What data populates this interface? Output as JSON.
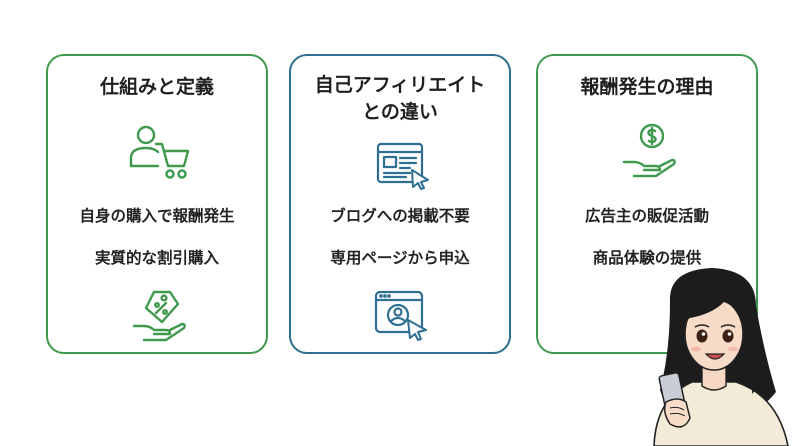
{
  "cards": [
    {
      "title": "仕組みと定義",
      "points": [
        "自身の購入で報酬発生",
        "実質的な割引購入"
      ],
      "icons": [
        "shopper-cart-icon",
        "discount-tag-hand-icon"
      ],
      "accent": "#3f9a4d"
    },
    {
      "title": "自己アフィリエイト\nとの違い",
      "points": [
        "ブログへの掲載不要",
        "専用ページから申込"
      ],
      "icons": [
        "web-page-click-icon",
        "browser-user-click-icon"
      ],
      "accent": "#2f6f93"
    },
    {
      "title": "報酬発生の理由",
      "points": [
        "広告主の販促活動",
        "商品体験の提供"
      ],
      "icons": [
        "money-hand-icon"
      ],
      "accent": "#3f9a4d"
    }
  ],
  "colors": {
    "green": "#3f9a4d",
    "blue": "#2f6f93",
    "text": "#1f1f1f"
  }
}
